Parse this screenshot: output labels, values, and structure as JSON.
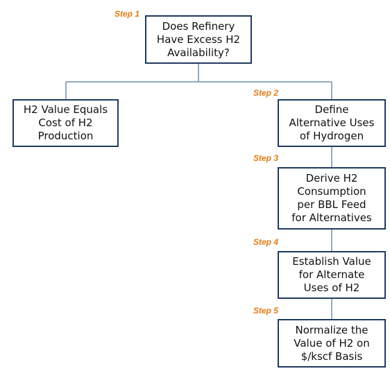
{
  "steps": {
    "step1": "Step 1",
    "step2": "Step 2",
    "step3": "Step 3",
    "step4": "Step 4",
    "step5": "Step 5"
  },
  "boxes": {
    "excess_h2": "Does Refinery\nHave Excess H2\nAvailability?",
    "cost_of_production": "H2 Value Equals\nCost of H2\nProduction",
    "define_alternatives": "Define\nAlternative Uses\nof Hydrogen",
    "derive_consumption": "Derive H2\nConsumption\nper BBL Feed\nfor Alternatives",
    "establish_value": "Establish Value\nfor Alternate\nUses of H2",
    "normalize_value": "Normalize the\nValue of H2 on\n$/kscf Basis"
  },
  "colors": {
    "box_border": "#1f3a5f",
    "connector": "#6f8fb0",
    "step_label": "#e07b14"
  }
}
